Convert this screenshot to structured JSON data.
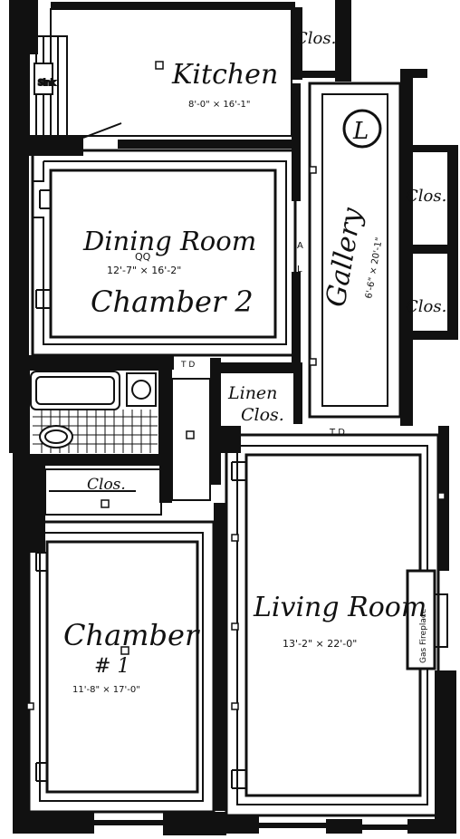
{
  "rooms": {
    "kitchen": {
      "name": "Kitchen",
      "dims": "8'-0\" × 16'-1\""
    },
    "dining": {
      "name": "Dining Room",
      "dims": "12'-7\"  ×  16'-2\"",
      "alt_name": "Chamber 2"
    },
    "gallery": {
      "name": "Gallery",
      "dims": "6'-6\" × 20'-1\"",
      "badge": "L"
    },
    "living": {
      "name": "Living Room",
      "dims": "13'-2\"  ×  22'-0\""
    },
    "chamber1": {
      "name": "Chamber",
      "number": "# 1",
      "dims": "11'-8\"  ×  17'-0\""
    }
  },
  "closets": {
    "top": "Clos.",
    "gallery_upper": "Clos.",
    "gallery_lower": "Clos.",
    "linen_line1": "Linen",
    "linen_line2": "Clos.",
    "chamber": "Clos."
  },
  "marks": {
    "transom_dining": "T D",
    "transom_living": "T   D",
    "hall_letters": [
      "A",
      "L"
    ],
    "fireplace": "Gas Fireplace",
    "dining_marker": "QQ"
  }
}
